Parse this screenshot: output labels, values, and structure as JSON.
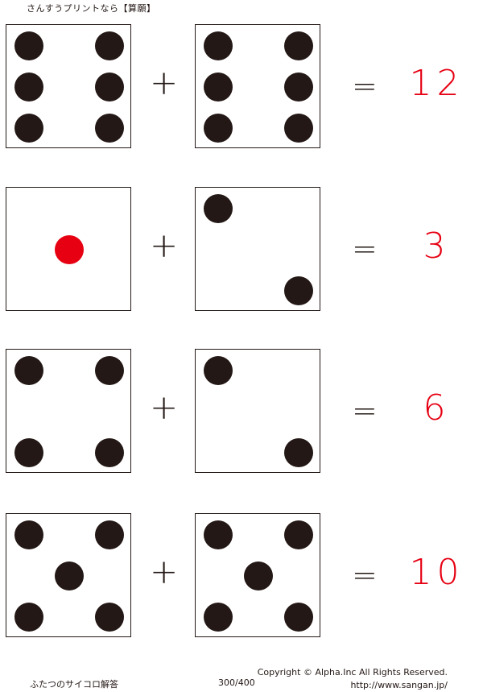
{
  "header": {
    "title": "さんすうプリントなら【算願】"
  },
  "problems": [
    {
      "left_die": 6,
      "right_die": 6,
      "plus": "+",
      "equals": "=",
      "answer": "12"
    },
    {
      "left_die": 1,
      "right_die": 2,
      "plus": "+",
      "equals": "=",
      "answer": "3"
    },
    {
      "left_die": 4,
      "right_die": 2,
      "plus": "+",
      "equals": "=",
      "answer": "6"
    },
    {
      "left_die": 5,
      "right_die": 5,
      "plus": "+",
      "equals": "=",
      "answer": "10"
    }
  ],
  "colors": {
    "pip": "#231815",
    "one_pip": "#e60012",
    "answer": "#e60012"
  },
  "footer": {
    "title": "ふたつのサイコロ解答",
    "page": "300/400",
    "copyright": "Copyright ©  Alpha.Inc All Rights Reserved.",
    "url": "http://www.sangan.jp/"
  }
}
